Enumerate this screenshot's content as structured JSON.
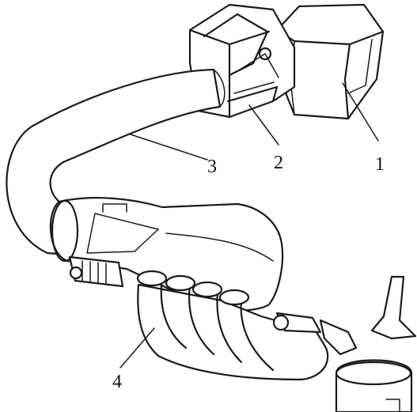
{
  "labels": {
    "air_cleaner": "1",
    "throttle_body": "2",
    "intake_duct": "3",
    "intake_manifold": "4"
  }
}
